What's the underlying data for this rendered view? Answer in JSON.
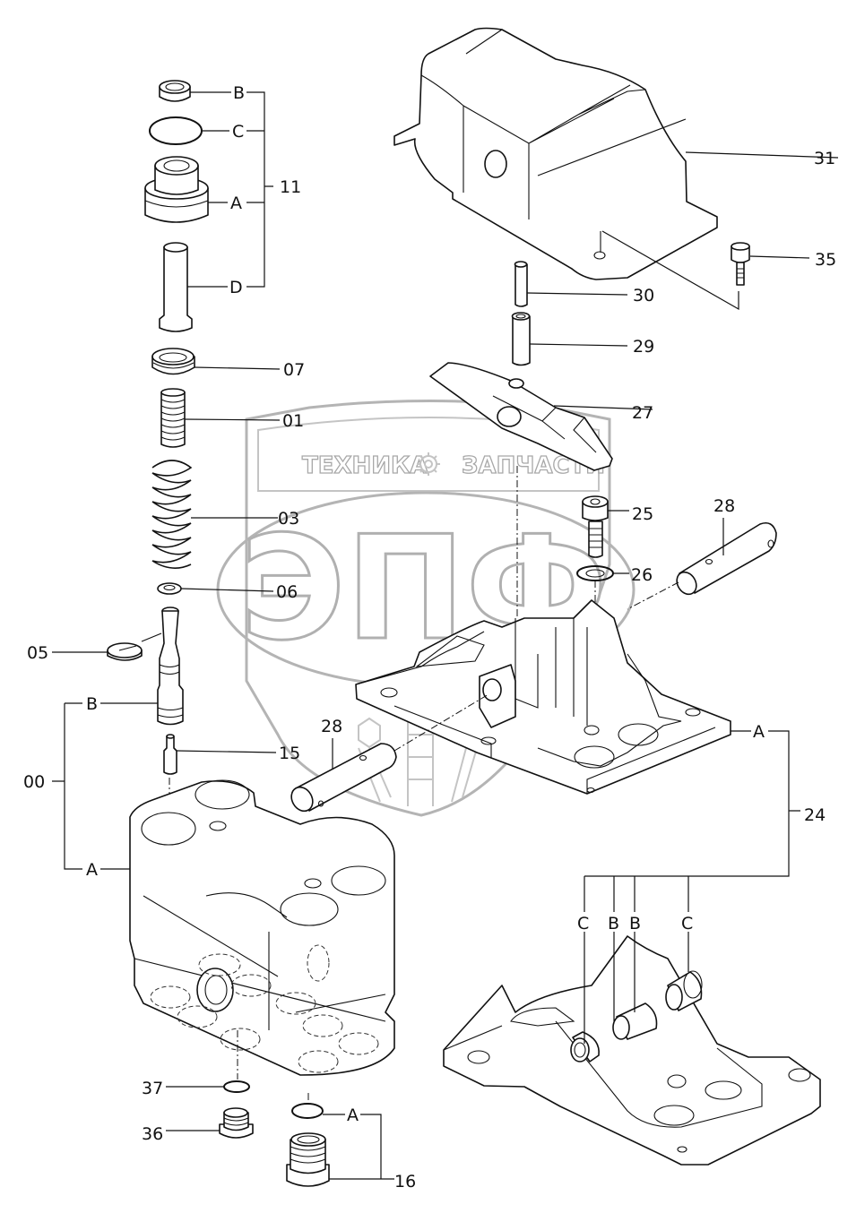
{
  "watermark": {
    "top_text_left": "ТЕХНИКА",
    "top_text_right": "ЗАПЧАСТИ",
    "logo_letters": "ЭПФ",
    "gear_icon": "gear-icon"
  },
  "labels": {
    "p11": "11",
    "p11_b": "B",
    "p11_c": "C",
    "p11_a": "A",
    "p11_d": "D",
    "p07": "07",
    "p01": "01",
    "p03": "03",
    "p06": "06",
    "p05": "05",
    "p00": "00",
    "p00_b": "B",
    "p00_a": "A",
    "p15": "15",
    "p37": "37",
    "p36": "36",
    "p16": "16",
    "p16_a": "A",
    "p31": "31",
    "p35": "35",
    "p30": "30",
    "p29": "29",
    "p27": "27",
    "p25": "25",
    "p26": "26",
    "p28_right": "28",
    "p28_left": "28",
    "p24": "24",
    "p24_a": "A",
    "p24_c1": "C",
    "p24_b1": "B",
    "p24_b2": "B",
    "p24_c2": "C"
  }
}
